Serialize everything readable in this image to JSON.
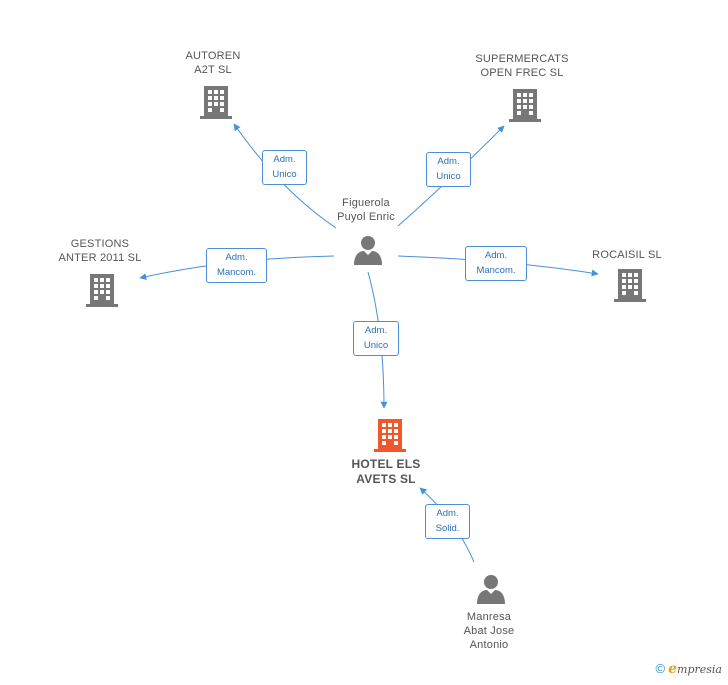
{
  "nodes": {
    "autoren": {
      "label": "AUTOREN\nA2T SL",
      "type": "company"
    },
    "supermercats": {
      "label": "SUPERMERCATS\nOPEN FREC  SL",
      "type": "company"
    },
    "gestions": {
      "label": "GESTIONS\nANTER 2011 SL",
      "type": "company"
    },
    "rocaisil": {
      "label": "ROCAISIL SL",
      "type": "company"
    },
    "figuerola": {
      "label": "Figuerola\nPuyol Enric",
      "type": "person"
    },
    "hotel": {
      "label": "HOTEL ELS\nAVETS SL",
      "type": "company-main"
    },
    "manresa": {
      "label": "Manresa\nAbat Jose\nAntonio",
      "type": "person"
    }
  },
  "edges": [
    {
      "from": "figuerola",
      "to": "autoren",
      "label": "Adm.\nUnico"
    },
    {
      "from": "figuerola",
      "to": "supermercats",
      "label": "Adm.\nUnico"
    },
    {
      "from": "figuerola",
      "to": "gestions",
      "label": "Adm.\nMancom."
    },
    {
      "from": "figuerola",
      "to": "rocaisil",
      "label": "Adm.\nMancom."
    },
    {
      "from": "figuerola",
      "to": "hotel",
      "label": "Adm.\nUnico"
    },
    {
      "from": "manresa",
      "to": "hotel",
      "label": "Adm.\nSolid."
    }
  ],
  "colors": {
    "edge": "#4a90d9",
    "company_icon": "#777777",
    "main_company_icon": "#f0572a",
    "person_icon": "#777777"
  },
  "footer": {
    "copyright": "©",
    "brand_initial": "e",
    "brand_rest": "mpresia"
  }
}
